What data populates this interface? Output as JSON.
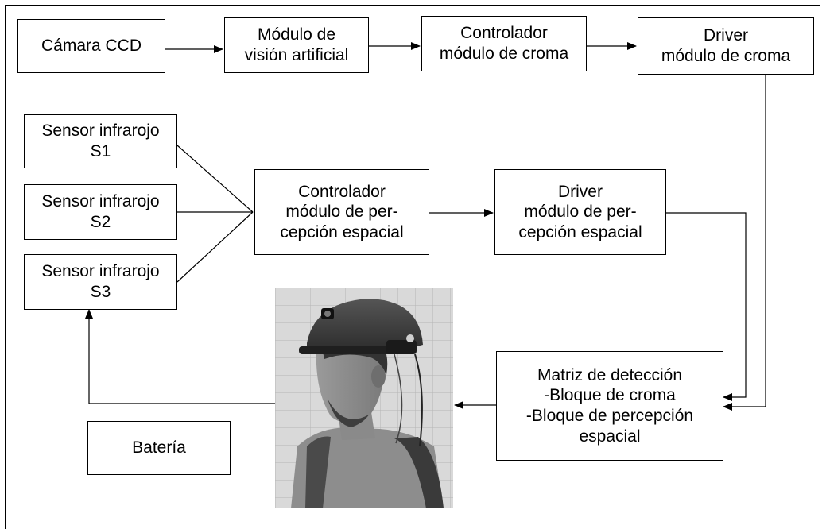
{
  "nodes": {
    "camera": "Cámara CCD",
    "vision": "Módulo de\nvisión artificial",
    "chroma_controller": "Controlador\nmódulo de croma",
    "chroma_driver": "Driver\nmódulo de croma",
    "sensor1": "Sensor infrarojo\nS1",
    "sensor2": "Sensor infrarojo\nS2",
    "sensor3": "Sensor infrarojo\nS3",
    "spatial_controller": "Controlador\nmódulo de per-\ncepción espacial",
    "spatial_driver": "Driver\nmódulo de per-\ncepción espacial",
    "matrix": "Matriz de detección\n-Bloque de croma\n-Bloque de percepción\nespacial",
    "battery": "Batería"
  },
  "photo": {
    "subject": "person wearing helmet with mounted camera and sensors, grayscale"
  }
}
